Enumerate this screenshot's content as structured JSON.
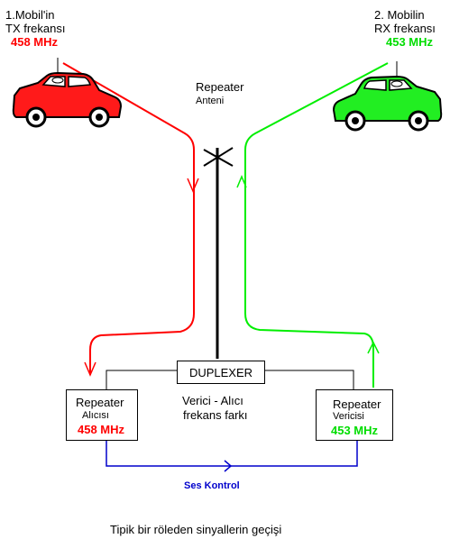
{
  "mobile1": {
    "line1": "1.Mobil'in",
    "line2": "TX frekansı",
    "freq": "458 MHz"
  },
  "mobile2": {
    "line1": "2. Mobilin",
    "line2": "RX frekansı",
    "freq": "453 MHz"
  },
  "antenna": {
    "line1": "Repeater",
    "line2": "Anteni"
  },
  "duplexer": {
    "label": "DUPLEXER"
  },
  "receiver": {
    "line1": "Repeater",
    "line2": "Alıcısı",
    "freq": "458 MHz"
  },
  "transmitter": {
    "line1": "Repeater",
    "line2": "Vericisi",
    "freq": "453 MHz"
  },
  "freq_diff": {
    "line1": "Verici - Alıcı",
    "line2": "frekans farkı"
  },
  "audio": {
    "label": "Ses Kontrol"
  },
  "caption": "Tipik bir röleden sinyallerin geçişi",
  "colors": {
    "tx_path": "#ff0000",
    "rx_path": "#00ee00",
    "audio_link": "#0000cc",
    "car_red": "#ff1a1a",
    "car_green": "#22ee22",
    "freq_red": "#ff0000",
    "freq_green": "#00dd00",
    "audio_text": "#0000cc"
  }
}
